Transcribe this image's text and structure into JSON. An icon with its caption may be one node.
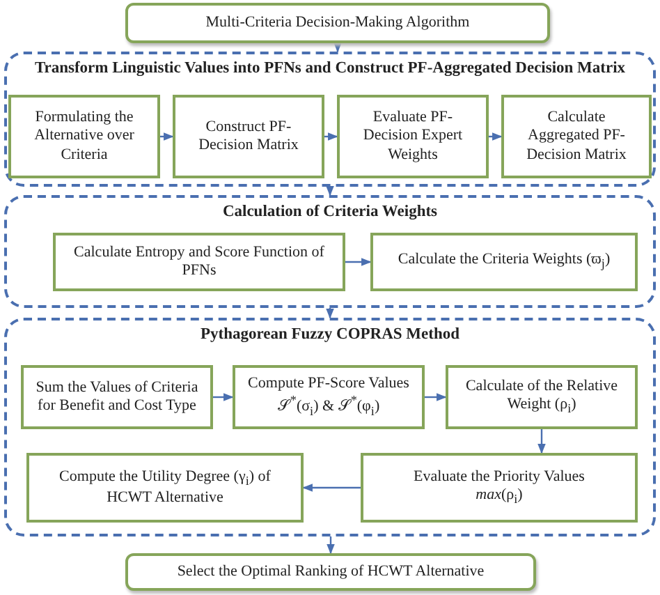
{
  "diagram": {
    "nodes": [
      {
        "text": [
          "Multi-Criteria Decision-Making Algorithm"
        ]
      },
      {
        "text": [
          "Transform Linguistic Values into PFNs and Construct PF-Aggregated Decision Matrix"
        ]
      },
      {
        "text": [
          "Formulating the Alternative over Criteria"
        ],
        "in": 1
      },
      {
        "text": [
          "Construct PF-Decision Matrix"
        ],
        "in": 1
      },
      {
        "text": [
          "Evaluate PF-Decision Expert Weights"
        ],
        "in": 1
      },
      {
        "text": [
          "Calculate Aggregated PF-Decision Matrix"
        ],
        "in": 1
      },
      {
        "text": [
          "Calculation of Criteria Weights"
        ]
      },
      {
        "text": [
          "Calculate Entropy and Score Function of PFNs"
        ],
        "in": 6
      },
      {
        "text": [
          "Calculate the Criteria Weights (ϖ$_{j}$)"
        ],
        "in": 6
      },
      {
        "text": [
          "Pythagorean Fuzzy COPRAS Method"
        ]
      },
      {
        "text": [
          "Sum the Values of Criteria for Benefit and Cost Type"
        ],
        "in": 9
      },
      {
        "text": [
          "Compute PF-Score Values 𝒮$^{*}$(σ$_{i}$) & 𝒮$^{*}$(φ$_{i}$)"
        ],
        "in": 9
      },
      {
        "text": [
          "Calculate of the Relative Weight (ρ$_{i}$)"
        ],
        "in": 9
      },
      {
        "text": [
          "Compute the Utility Degree (γ$_{i}$) of HCWT Alternative"
        ],
        "in": 9
      },
      {
        "text": [
          "Evaluate the Priority Values *max*(ρ$_{i}$)"
        ],
        "in": 9
      },
      {
        "text": [
          "Select the Optimal Ranking of HCWT Alternative"
        ]
      }
    ],
    "edges": [
      {
        "from": 0,
        "to": 1,
        "arrow": "to"
      },
      {
        "from": 2,
        "to": 3,
        "arrow": "to"
      },
      {
        "from": 3,
        "to": 4,
        "arrow": "to"
      },
      {
        "from": 4,
        "to": 5,
        "arrow": "to"
      },
      {
        "from": 1,
        "to": 6,
        "arrow": "to"
      },
      {
        "from": 7,
        "to": 8,
        "arrow": "to"
      },
      {
        "from": 6,
        "to": 9,
        "arrow": "to"
      },
      {
        "from": 10,
        "to": 11,
        "arrow": "to"
      },
      {
        "from": 11,
        "to": 12,
        "arrow": "to"
      },
      {
        "from": 12,
        "to": 14,
        "arrow": "to"
      },
      {
        "from": 14,
        "to": 13,
        "arrow": "to"
      },
      {
        "from": 9,
        "to": 15,
        "arrow": "to"
      }
    ]
  }
}
